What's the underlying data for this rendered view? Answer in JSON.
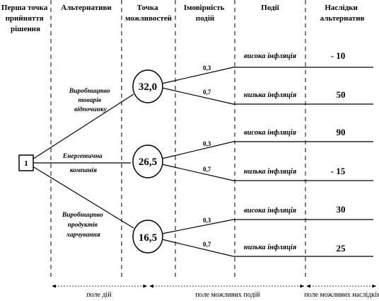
{
  "headers": {
    "decision_point": [
      "Перша точка",
      "прийняття",
      "рішення"
    ],
    "alternatives": [
      "Альтернативи"
    ],
    "chance_point": [
      "Точка",
      "можливостей"
    ],
    "probability": [
      "Імовірність",
      "подій"
    ],
    "events": [
      "Події"
    ],
    "outcomes": [
      "Наслідки",
      "альтернатив"
    ]
  },
  "decision_node": {
    "label": "1"
  },
  "alternatives": [
    {
      "label": [
        "Виробництво",
        "товарів",
        "відпочинку"
      ],
      "node_value": "32,0",
      "branches": [
        {
          "probability": "0,3",
          "event": "висока інфляція",
          "outcome": "- 10"
        },
        {
          "probability": "0,7",
          "event": "низька інфляція",
          "outcome": "50"
        }
      ]
    },
    {
      "label": [
        "Енергетична",
        "компанія"
      ],
      "node_value": "26,5",
      "branches": [
        {
          "probability": "0,3",
          "event": "висока інфляція",
          "outcome": "90"
        },
        {
          "probability": "0,7",
          "event": "низька інфляція",
          "outcome": "- 15"
        }
      ]
    },
    {
      "label": [
        "Виробництво",
        "продуктів",
        "харчування"
      ],
      "node_value": "16,5",
      "branches": [
        {
          "probability": "0,3",
          "event": "висока інфляція",
          "outcome": "30"
        },
        {
          "probability": "0,7",
          "event": "низька інфляція",
          "outcome": "25"
        }
      ]
    }
  ],
  "fields": {
    "decisions": "поле дій",
    "possible_events": "поле можливих подій",
    "possible_outcomes": "поле можливих наслідків"
  }
}
